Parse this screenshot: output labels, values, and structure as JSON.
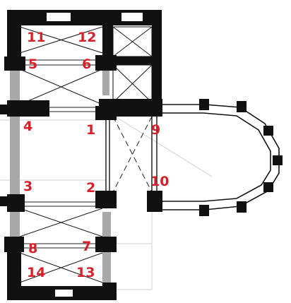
{
  "colors": {
    "wall": "#111111",
    "replaced_wall": "#a8a8a8",
    "vault_line": "#222222",
    "dashed_line": "#333333",
    "label": "#d8202b",
    "faint_outline": "#c9c9c9",
    "background": "#ffffff"
  },
  "pier_labels": [
    {
      "id": "p1",
      "text": "1"
    },
    {
      "id": "p2",
      "text": "2"
    },
    {
      "id": "p3",
      "text": "3"
    },
    {
      "id": "p4",
      "text": "4"
    },
    {
      "id": "p5",
      "text": "5"
    },
    {
      "id": "p6",
      "text": "6"
    },
    {
      "id": "p7",
      "text": "7"
    },
    {
      "id": "p8",
      "text": "8"
    },
    {
      "id": "p9",
      "text": "9"
    },
    {
      "id": "p10",
      "text": "10"
    },
    {
      "id": "p11",
      "text": "11"
    },
    {
      "id": "p12",
      "text": "12"
    },
    {
      "id": "p13",
      "text": "13"
    },
    {
      "id": "p14",
      "text": "14"
    }
  ]
}
